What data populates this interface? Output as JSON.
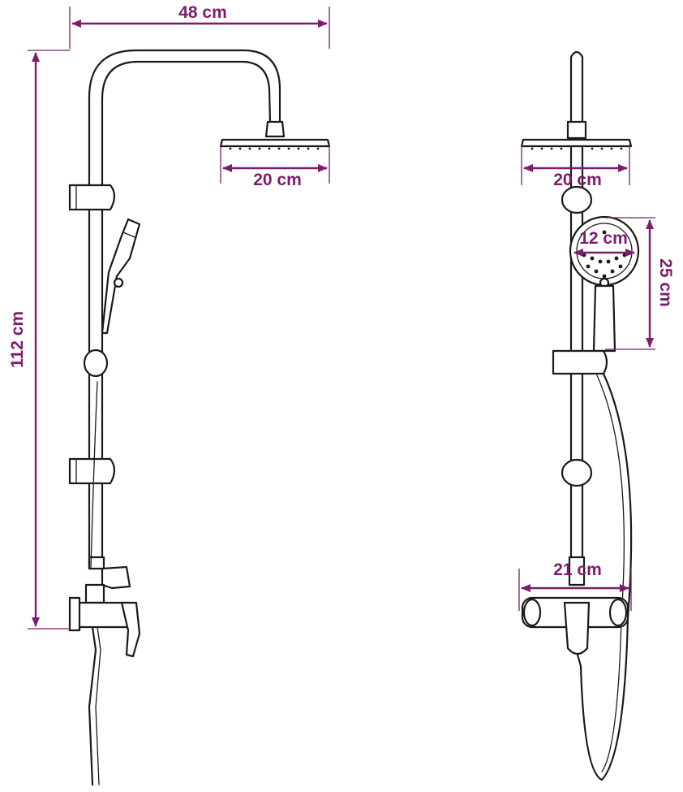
{
  "dimensions": {
    "width_total": "48 cm",
    "height_total": "112 cm",
    "head_diameter_side": "20 cm",
    "head_diameter_front": "20 cm",
    "hand_head_diameter": "12 cm",
    "hand_shower_length": "25 cm",
    "mixer_spacing": "21 cm"
  },
  "colors": {
    "dimension": "#7d1c6d",
    "outline": "#1a1a1a",
    "background": "#ffffff"
  }
}
